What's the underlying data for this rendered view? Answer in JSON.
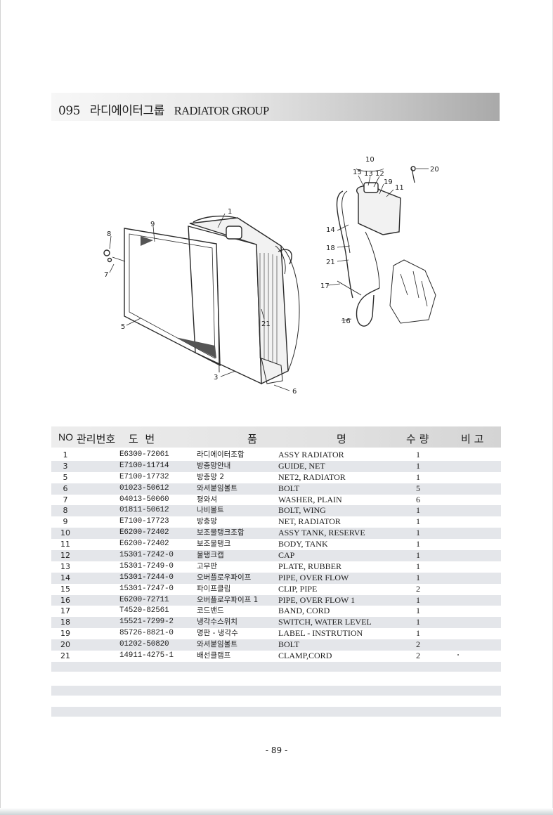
{
  "header": {
    "section_no": "095",
    "title_ko": "라디에이터그룹",
    "title_en": "RADIATOR GROUP"
  },
  "diagram": {
    "callouts": [
      "1",
      "3",
      "5",
      "6",
      "7",
      "8",
      "9",
      "10",
      "11",
      "12",
      "13",
      "14",
      "15",
      "16",
      "17",
      "18",
      "19",
      "20",
      "21",
      "21"
    ]
  },
  "table": {
    "headers": {
      "no": "NO",
      "mgmt": "관리번호",
      "drawing": "도  번",
      "name_part1": "품",
      "name_part2": "명",
      "qty": "수 량",
      "remarks": "비 고"
    },
    "rows": [
      {
        "no": "1",
        "part": "E6300-72061",
        "ko": "라디에이터조합",
        "en": "ASSY RADIATOR",
        "qty": "1"
      },
      {
        "no": "3",
        "part": "E7100-11714",
        "ko": "방충망안내",
        "en": "GUIDE, NET",
        "qty": "1"
      },
      {
        "no": "5",
        "part": "E7100-17732",
        "ko": "방충망 2",
        "en": "NET2, RADIATOR",
        "qty": "1"
      },
      {
        "no": "6",
        "part": "01023-50612",
        "ko": "와셔붙임볼트",
        "en": "BOLT",
        "qty": "5"
      },
      {
        "no": "7",
        "part": "04013-50060",
        "ko": "평와셔",
        "en": "WASHER, PLAIN",
        "qty": "6"
      },
      {
        "no": "8",
        "part": "01811-50612",
        "ko": "나비볼트",
        "en": "BOLT, WING",
        "qty": "1"
      },
      {
        "no": "9",
        "part": "E7100-17723",
        "ko": "방충망",
        "en": "NET, RADIATOR",
        "qty": "1"
      },
      {
        "no": "10",
        "part": "E6200-72402",
        "ko": "보조물탱크조합",
        "en": "ASSY TANK, RESERVE",
        "qty": "1"
      },
      {
        "no": "11",
        "part": "E6200-72402",
        "ko": "보조물탱크",
        "en": "BODY, TANK",
        "qty": "1"
      },
      {
        "no": "12",
        "part": "15301-7242-0",
        "ko": "물탱크캡",
        "en": "CAP",
        "qty": "1"
      },
      {
        "no": "13",
        "part": "15301-7249-0",
        "ko": "고무판",
        "en": "PLATE, RUBBER",
        "qty": "1"
      },
      {
        "no": "14",
        "part": "15301-7244-0",
        "ko": "오버플로우파이프",
        "en": "PIPE, OVER FLOW",
        "qty": "1"
      },
      {
        "no": "15",
        "part": "15301-7247-0",
        "ko": "파이프클립",
        "en": "CLIP, PIPE",
        "qty": "2"
      },
      {
        "no": "16",
        "part": "E6200-72711",
        "ko": "오버플로우파이프 1",
        "en": "PIPE, OVER FLOW 1",
        "qty": "1"
      },
      {
        "no": "17",
        "part": "T4520-82561",
        "ko": "코드밴드",
        "en": "BAND, CORD",
        "qty": "1"
      },
      {
        "no": "18",
        "part": "15521-7299-2",
        "ko": "냉각수스위치",
        "en": "SWITCH, WATER LEVEL",
        "qty": "1"
      },
      {
        "no": "19",
        "part": "85726-8821-0",
        "ko": "명판 - 냉각수",
        "en": "LABEL - INSTRUTION",
        "qty": "1"
      },
      {
        "no": "20",
        "part": "01202-50820",
        "ko": "와셔붙임볼트",
        "en": "BOLT",
        "qty": "2"
      },
      {
        "no": "21",
        "part": "14911-4275-1",
        "ko": "배선클램프",
        "en": "CLAMP,CORD",
        "qty": "2"
      }
    ]
  },
  "footer": {
    "page_number": "- 89 -"
  }
}
